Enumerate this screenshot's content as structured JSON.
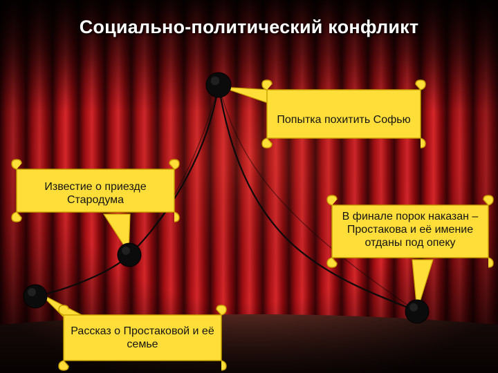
{
  "slide": {
    "title": "Социально-политический конфликт"
  },
  "diagram": {
    "events": [
      {
        "id": "exposition",
        "label": "Рассказ о Простаковой и её семье"
      },
      {
        "id": "setup",
        "label": "Известие о приезде Стародума"
      },
      {
        "id": "climax",
        "label": "Попытка похитить Софью"
      },
      {
        "id": "resolution",
        "label": "В финале порок наказан – Простакова и её имение отданы под опеку"
      }
    ]
  },
  "colors": {
    "curtain": "#8a0a0e",
    "curtain_dark": "#2a0204",
    "scroll": "#ffde3a",
    "scroll_edge": "#c9a100",
    "node": "#0b0b0b",
    "line": "#0a0a0a"
  }
}
